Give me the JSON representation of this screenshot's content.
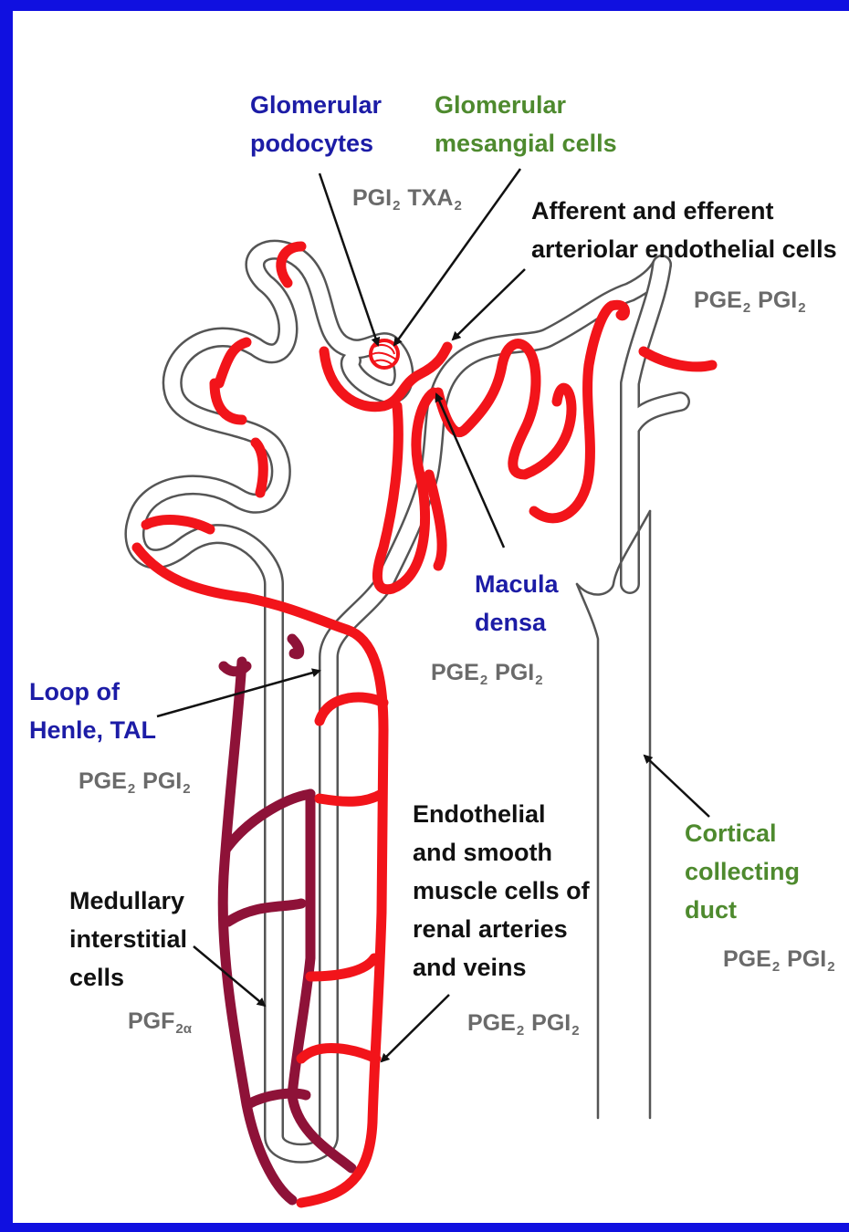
{
  "labels": {
    "glom_podocytes": [
      "Glomerular",
      "podocytes"
    ],
    "glom_mesangial": [
      "Glomerular",
      "mesangial cells"
    ],
    "afferent": [
      "Afferent and efferent",
      "arteriolar endothelial cells"
    ],
    "macula": [
      "Macula",
      "densa"
    ],
    "loop": [
      "Loop of",
      "Henle, TAL"
    ],
    "endothelial": [
      "Endothelial",
      "and smooth",
      "muscle cells of",
      "renal arteries",
      "and veins"
    ],
    "cortical": [
      "Cortical",
      "collecting",
      "duct"
    ],
    "medullary": [
      "Medullary",
      "interstitial",
      "cells"
    ]
  },
  "mediators": {
    "PG": "PG",
    "TX": "TX",
    "E": "E",
    "I": "I",
    "F": "F",
    "A": "A",
    "sub2": "2",
    "sub2alpha": "2α"
  },
  "colors": {
    "frame": "#1010e0",
    "artery_red": "#f2141a",
    "vein_darkred": "#8e1238",
    "tubule_outline": "#555555",
    "label_blue": "#1c1ca6",
    "label_green": "#4e8a2e",
    "label_gray": "#6a6a6a"
  },
  "icons": [
    "arrow",
    "glomerulus-capillary-tuft"
  ]
}
